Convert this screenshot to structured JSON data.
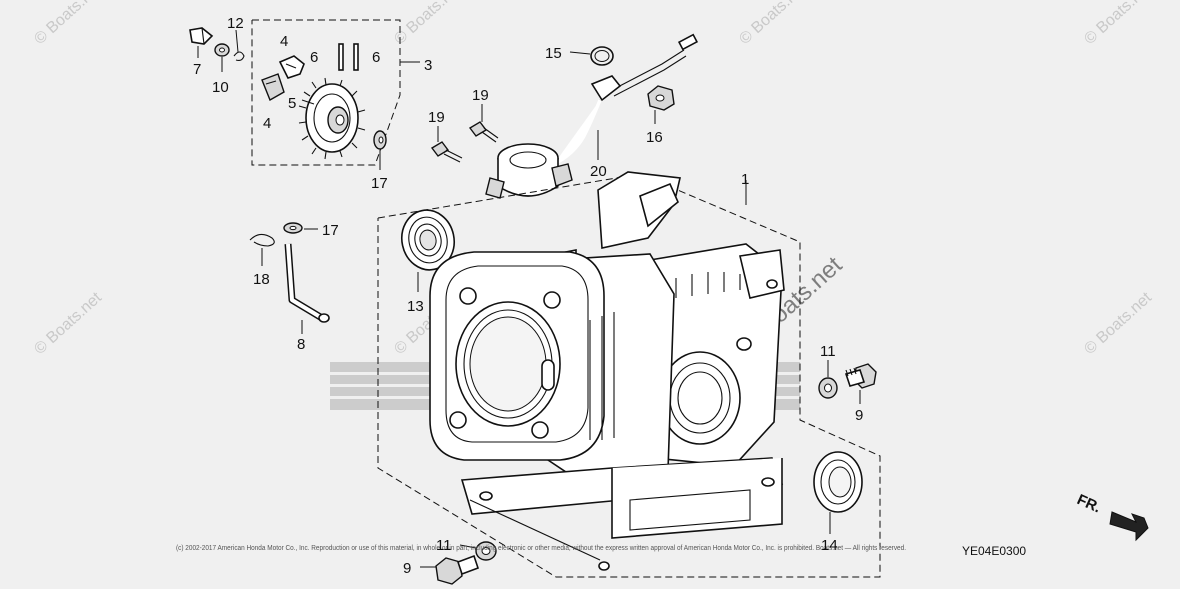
{
  "watermark": {
    "text": "© Boats.net",
    "center_text": "Boats.net"
  },
  "copyright": "(c) 2002-2017 American Honda Motor Co., Inc. Reproduction or use of this material, in whole or in part, including electronic or other media, without the express written approval of American Honda Motor Co., Inc. is prohibited. Boats.net — All rights reserved.",
  "diagram_code": "YE04E0300",
  "direction_label": "FR.",
  "colors": {
    "background": "#f0f0f0",
    "line": "#111111",
    "brand_mark": "#8a8a8a"
  },
  "callouts": [
    "1",
    "3",
    "4",
    "4",
    "5",
    "6",
    "6",
    "7",
    "8",
    "9",
    "9",
    "10",
    "11",
    "11",
    "12",
    "13",
    "14",
    "15",
    "16",
    "17",
    "17",
    "18",
    "19",
    "19",
    "20"
  ]
}
